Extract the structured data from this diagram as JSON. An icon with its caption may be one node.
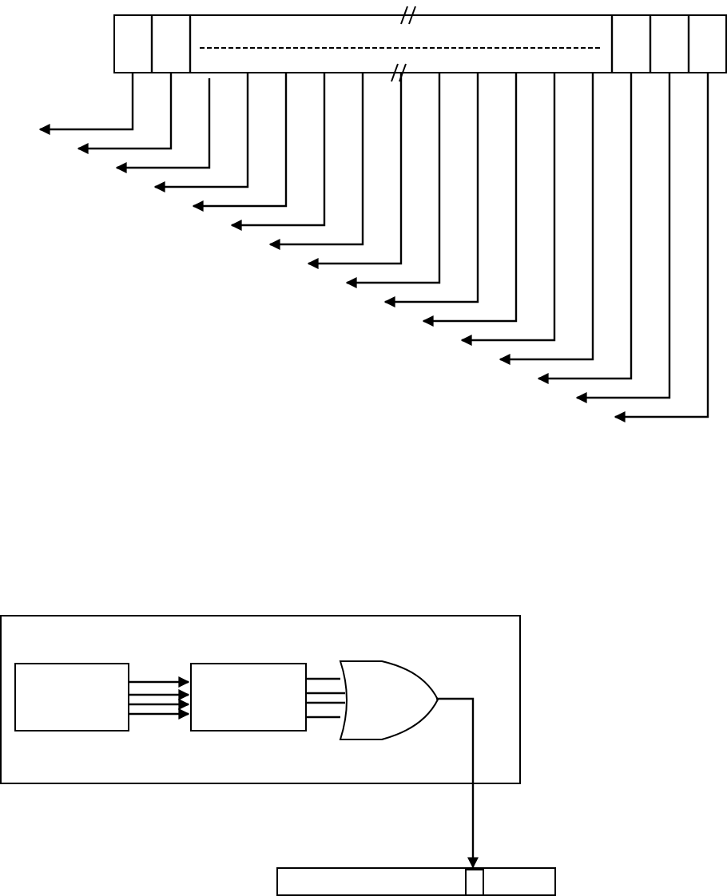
{
  "diagram": {
    "nodes": [
      {
        "text": [],
        "shape": "bar"
      },
      {
        "text": [],
        "shape": "box"
      },
      {
        "text": [],
        "shape": "box",
        "in": 1
      },
      {
        "text": [],
        "shape": "box",
        "in": 1
      },
      {
        "text": [],
        "shape": "gate",
        "in": 1
      },
      {
        "text": [],
        "shape": "bar"
      },
      {
        "text": [],
        "shape": "box",
        "in": 5
      }
    ],
    "edges": [
      {
        "from": 0,
        "to": null,
        "arrow": "to"
      },
      {
        "from": 0,
        "to": null,
        "arrow": "to"
      },
      {
        "from": 0,
        "to": null,
        "arrow": "to"
      },
      {
        "from": 0,
        "to": null,
        "arrow": "to"
      },
      {
        "from": 0,
        "to": null,
        "arrow": "to"
      },
      {
        "from": 0,
        "to": null,
        "arrow": "to"
      },
      {
        "from": 0,
        "to": null,
        "arrow": "to"
      },
      {
        "from": 0,
        "to": null,
        "arrow": "to"
      },
      {
        "from": 0,
        "to": null,
        "arrow": "to"
      },
      {
        "from": 0,
        "to": null,
        "arrow": "to"
      },
      {
        "from": 0,
        "to": null,
        "arrow": "to"
      },
      {
        "from": 0,
        "to": null,
        "arrow": "to"
      },
      {
        "from": 0,
        "to": null,
        "arrow": "to"
      },
      {
        "from": 0,
        "to": null,
        "arrow": "to"
      },
      {
        "from": 0,
        "to": null,
        "arrow": "to"
      },
      {
        "from": 0,
        "to": null,
        "arrow": "to"
      },
      {
        "from": 2,
        "to": 3,
        "arrow": "to"
      },
      {
        "from": 2,
        "to": 3,
        "arrow": "to"
      },
      {
        "from": 2,
        "to": 3,
        "arrow": "to"
      },
      {
        "from": 2,
        "to": 3,
        "arrow": "to"
      },
      {
        "from": 3,
        "to": 4,
        "arrow": "none"
      },
      {
        "from": 3,
        "to": 4,
        "arrow": "none"
      },
      {
        "from": 3,
        "to": 4,
        "arrow": "none"
      },
      {
        "from": 3,
        "to": 4,
        "arrow": "none"
      },
      {
        "from": 4,
        "to": 6,
        "arrow": "to"
      }
    ]
  }
}
